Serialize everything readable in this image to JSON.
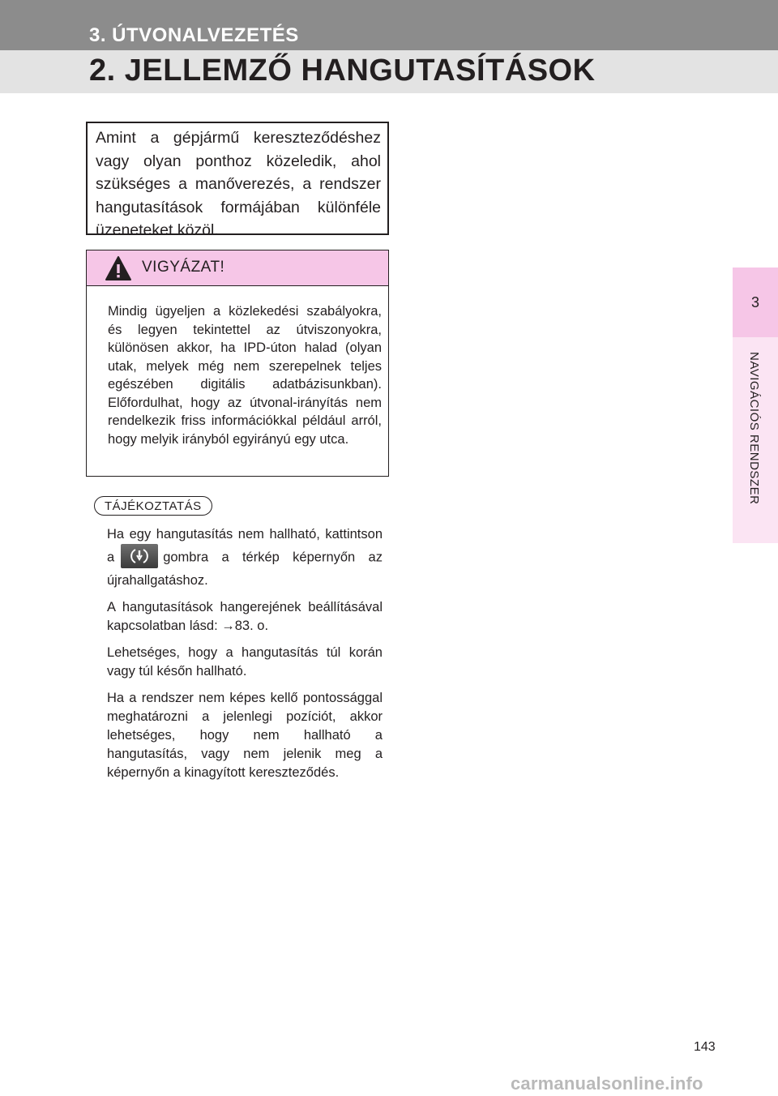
{
  "header": {
    "section_label": "3. ÚTVONALVEZETÉS",
    "title": "2. JELLEMZŐ HANGUTASÍTÁSOK"
  },
  "side_tab": {
    "number": "3",
    "label": "NAVIGÁCIÓS RENDSZER"
  },
  "intro": {
    "text": "Amint a gépjármű kereszteződéshez vagy olyan ponthoz közeledik, ahol szükséges a manőverezés, a rendszer hangutasítások formájában különféle üzeneteket közöl."
  },
  "caution": {
    "title": "VIGYÁZAT!",
    "text": "Mindig ügyeljen a közlekedési szabályokra, és legyen tekintettel az útviszonyokra, különösen akkor, ha IPD-úton halad (olyan utak, melyek még nem szerepelnek teljes egészében digitális adatbázisunkban). Előfordulhat, hogy az útvonal-irányítás nem rendelkezik friss információkkal például arról, hogy melyik irányból egyirányú egy utca."
  },
  "info": {
    "label": "TÁJÉKOZTATÁS",
    "item1_before": "Ha egy hangutasítás nem hallható, kattintson a",
    "item1_after": "gombra a térkép képernyőn az újrahallgatáshoz.",
    "item2": "A hangutasítások hangerejének beállításával kapcsolatban lásd: →83. o.",
    "item3": "Lehetséges, hogy a hangutasítás túl korán vagy túl későn hallható.",
    "item4": "Ha a rendszer nem képes kellő pontossággal meghatározni a jelenlegi pozíciót, akkor lehetséges, hogy nem hallható a hangutasítás, vagy nem jelenik meg a képernyőn a kinagyított kereszteződés."
  },
  "page_number": "143",
  "watermark": "carmanualsonline.info",
  "colors": {
    "header_dark": "#8c8c8c",
    "header_light": "#e3e3e3",
    "accent_pink": "#f6c6e7",
    "accent_pink_light": "#fbe4f3"
  }
}
